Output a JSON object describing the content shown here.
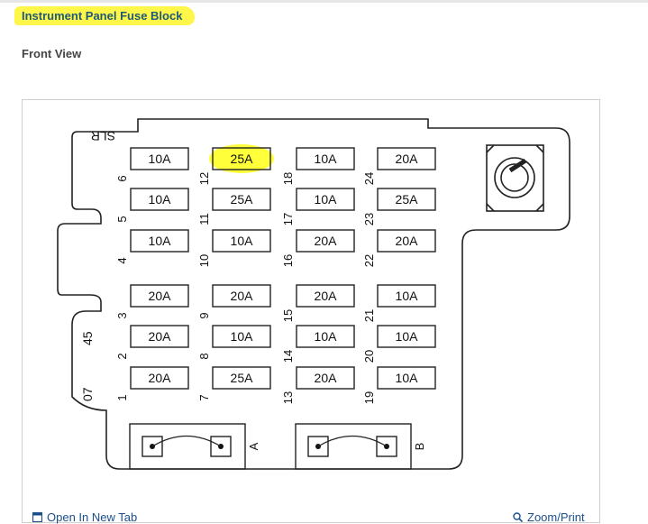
{
  "title": "Instrument Panel Fuse Block",
  "subtitle": "Front View",
  "links": {
    "open_tab": "Open In New Tab",
    "zoom_print": "Zoom/Print"
  },
  "side_labels": {
    "slr": "SLR",
    "label_45": "45",
    "label_07": "07"
  },
  "relays": [
    {
      "label": "A"
    },
    {
      "label": "B"
    }
  ],
  "fuses": [
    {
      "num": "6",
      "rating": "10A"
    },
    {
      "num": "12",
      "rating": "25A",
      "highlighted": true
    },
    {
      "num": "18",
      "rating": "10A"
    },
    {
      "num": "24",
      "rating": "20A"
    },
    {
      "num": "5",
      "rating": "10A"
    },
    {
      "num": "11",
      "rating": "25A"
    },
    {
      "num": "17",
      "rating": "10A"
    },
    {
      "num": "23",
      "rating": "25A"
    },
    {
      "num": "4",
      "rating": "10A"
    },
    {
      "num": "10",
      "rating": "10A"
    },
    {
      "num": "16",
      "rating": "20A"
    },
    {
      "num": "22",
      "rating": "20A"
    },
    {
      "num": "3",
      "rating": "20A"
    },
    {
      "num": "9",
      "rating": "20A"
    },
    {
      "num": "15",
      "rating": "20A"
    },
    {
      "num": "21",
      "rating": "10A"
    },
    {
      "num": "2",
      "rating": "20A"
    },
    {
      "num": "8",
      "rating": "10A"
    },
    {
      "num": "14",
      "rating": "10A"
    },
    {
      "num": "20",
      "rating": "10A"
    },
    {
      "num": "1",
      "rating": "20A"
    },
    {
      "num": "7",
      "rating": "25A"
    },
    {
      "num": "13",
      "rating": "20A"
    },
    {
      "num": "19",
      "rating": "10A"
    }
  ],
  "colors": {
    "title_highlight": "#fff64a",
    "fuse_highlight": "#ffff3a",
    "link": "#1a4f8a"
  },
  "icons": {
    "open_tab": "open-in-new-tab-icon",
    "zoom_print": "zoom-icon"
  }
}
